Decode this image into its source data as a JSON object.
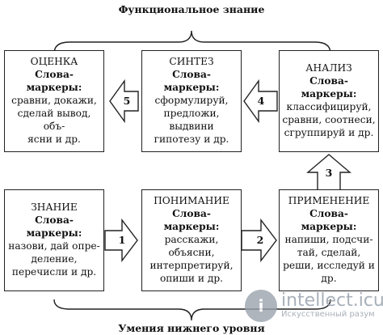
{
  "top_title": "Функциональное знание",
  "bottom_title": "Умения нижнего уровня",
  "boxes": {
    "evaluation": {
      "name": "ОЦЕНКА",
      "markers": "Слова-маркеры:",
      "words": "сравни, докажи, сделай вывод, объ-\nясни и др."
    },
    "synthesis": {
      "name": "СИНТЕЗ",
      "markers": "Слова-маркеры:",
      "words": "сформулируй, предложи, выдвини гипотезу и др."
    },
    "analysis": {
      "name": "АНАЛИЗ",
      "markers": "Слова-маркеры:",
      "words": "классифицируй, сравни, соотнеси, сгруппируй и др."
    },
    "knowledge": {
      "name": "ЗНАНИЕ",
      "markers": "Слова-маркеры:",
      "words": "назови, дай опре-\nделение, перечисли и др."
    },
    "understanding": {
      "name": "ПОНИМАНИЕ",
      "markers": "Слова-маркеры:",
      "words": "расскажи, объясни, интерпретируй, опиши и др."
    },
    "application": {
      "name": "ПРИМЕНЕНИЕ",
      "markers": "Слова-маркеры:",
      "words": "напиши, подсчи-\nтай, сделай, реши, исследуй и др."
    }
  },
  "arrows": {
    "a1": "1",
    "a2": "2",
    "a3": "3",
    "a4": "4",
    "a5": "5"
  },
  "watermark": {
    "logo": "i",
    "main": "intellect.icu",
    "sub": "Искусственный разум"
  }
}
